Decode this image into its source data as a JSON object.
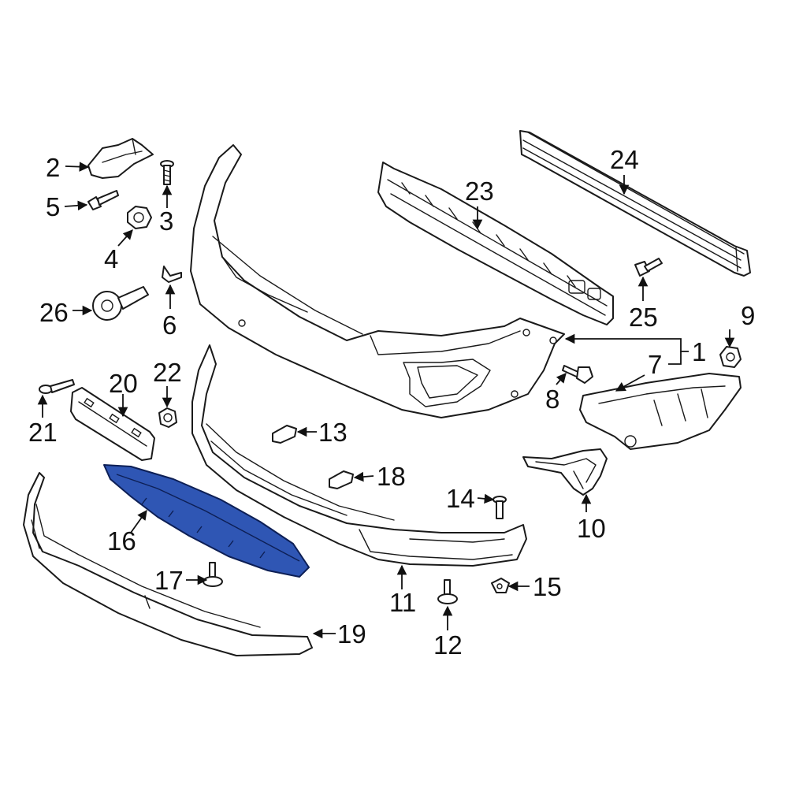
{
  "diagram": {
    "highlight_color": "#2f56b4",
    "line_color": "#1a1a1a",
    "callouts": [
      {
        "id": "c1",
        "text": "1"
      },
      {
        "id": "c2",
        "text": "2"
      },
      {
        "id": "c3",
        "text": "3"
      },
      {
        "id": "c4",
        "text": "4"
      },
      {
        "id": "c5",
        "text": "5"
      },
      {
        "id": "c6",
        "text": "6"
      },
      {
        "id": "c7",
        "text": "7"
      },
      {
        "id": "c8",
        "text": "8"
      },
      {
        "id": "c9",
        "text": "9"
      },
      {
        "id": "c10",
        "text": "10"
      },
      {
        "id": "c11",
        "text": "11"
      },
      {
        "id": "c12",
        "text": "12"
      },
      {
        "id": "c13",
        "text": "13"
      },
      {
        "id": "c14",
        "text": "14"
      },
      {
        "id": "c15",
        "text": "15"
      },
      {
        "id": "c16",
        "text": "16"
      },
      {
        "id": "c17",
        "text": "17"
      },
      {
        "id": "c18",
        "text": "18"
      },
      {
        "id": "c19",
        "text": "19"
      },
      {
        "id": "c20",
        "text": "20"
      },
      {
        "id": "c21",
        "text": "21"
      },
      {
        "id": "c22",
        "text": "22"
      },
      {
        "id": "c23",
        "text": "23"
      },
      {
        "id": "c24",
        "text": "24"
      },
      {
        "id": "c25",
        "text": "25"
      },
      {
        "id": "c26",
        "text": "26"
      }
    ]
  }
}
